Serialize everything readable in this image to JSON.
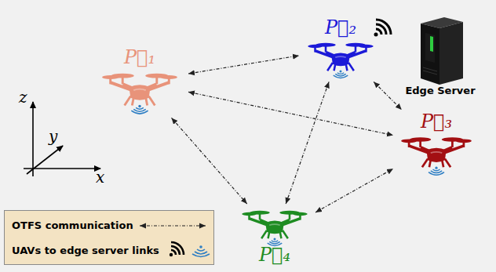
{
  "diagram": {
    "nodes": [
      {
        "text": [
          "P⃗₁"
        ]
      },
      {
        "text": [
          "P⃗₂"
        ]
      },
      {
        "text": [
          "P⃗₃"
        ]
      },
      {
        "text": [
          "P⃗₄"
        ]
      },
      {
        "text": [
          "Edge Server"
        ]
      }
    ],
    "edges": [
      {
        "from": 0,
        "to": 1,
        "arrow": "both"
      },
      {
        "from": 0,
        "to": 2,
        "arrow": "both"
      },
      {
        "from": 0,
        "to": 3,
        "arrow": "both"
      },
      {
        "from": 1,
        "to": 2,
        "arrow": "both"
      },
      {
        "from": 1,
        "to": 3,
        "arrow": "both"
      },
      {
        "from": 3,
        "to": 2,
        "arrow": "both"
      }
    ],
    "labels": [
      "z",
      "y",
      "x"
    ],
    "legend": [
      {
        "text": "OTFS communication"
      },
      {
        "text": "UAVs to edge server links"
      }
    ]
  }
}
